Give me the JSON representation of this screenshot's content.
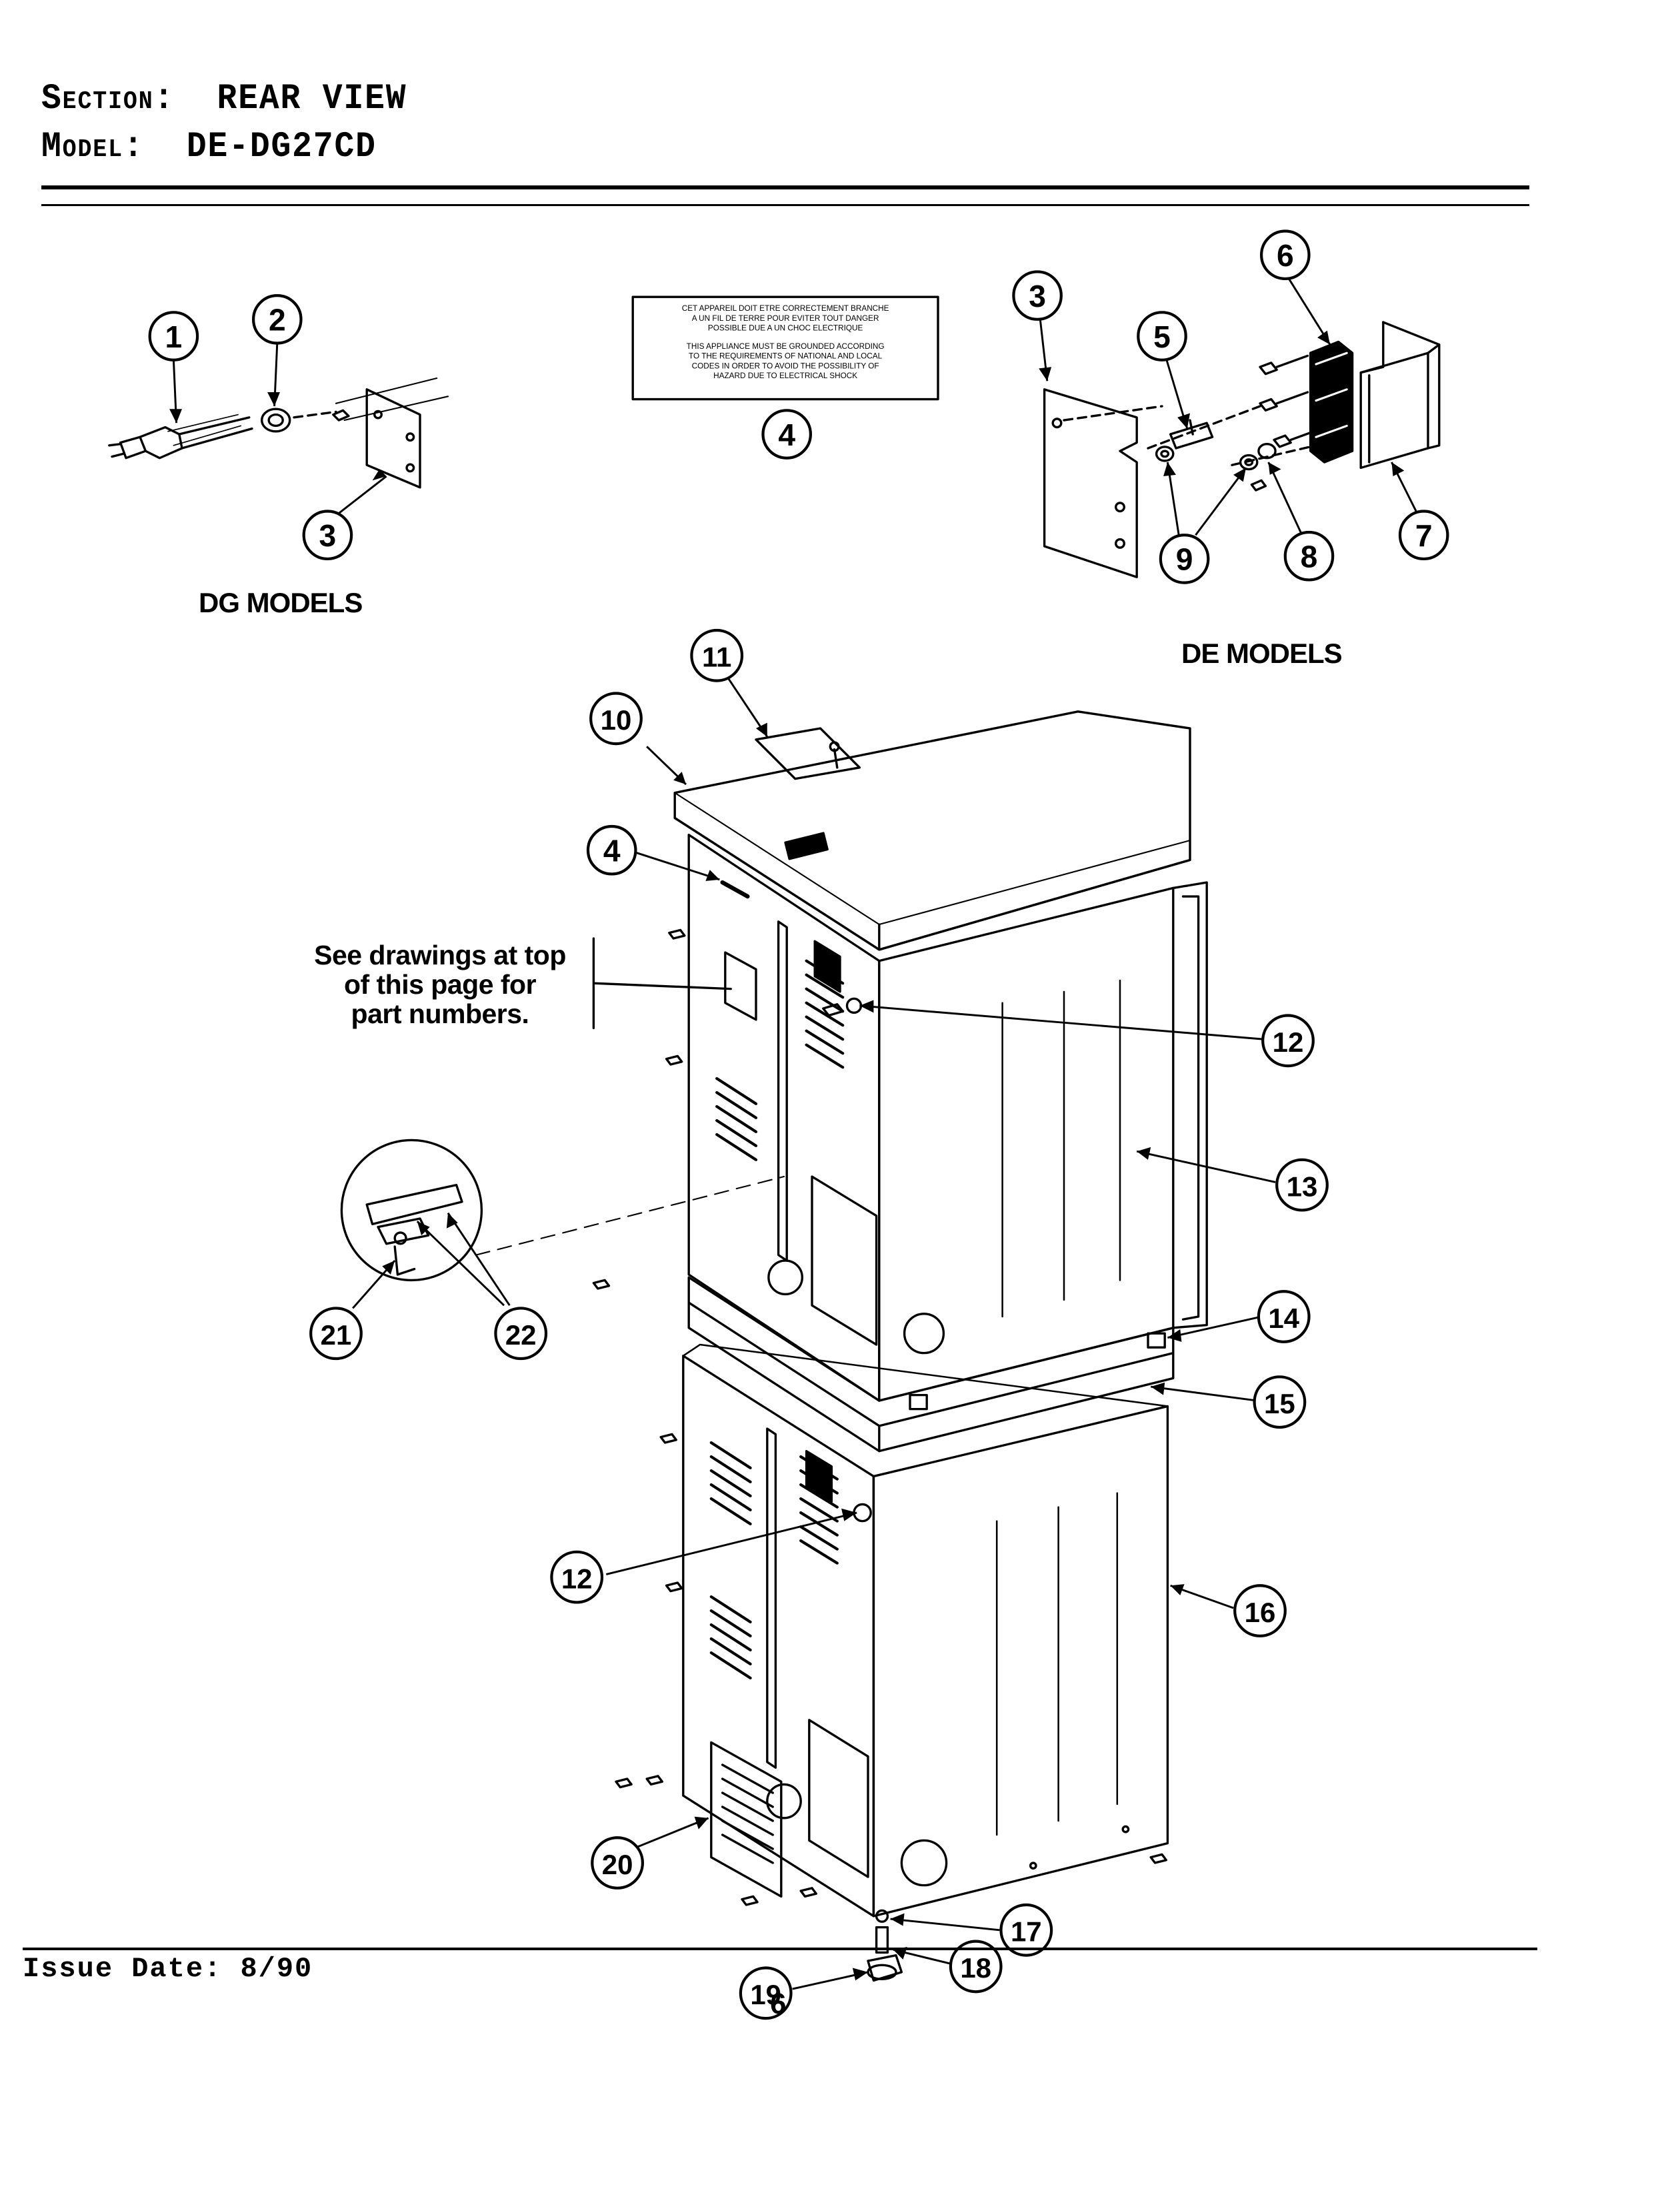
{
  "header": {
    "section_key": "Section:",
    "section_value": "REAR VIEW",
    "model_key": "Model:",
    "model_value": "DE-DG27CD"
  },
  "groups": {
    "dg": "DG MODELS",
    "de": "DE MODELS"
  },
  "note": {
    "line1": "See drawings at top",
    "line2": "of this page for",
    "line3": "part numbers."
  },
  "warning_label": {
    "fr1": "CET APPAREIL DOIT ETRE CORRECTEMENT BRANCHE",
    "fr2": "A UN FIL DE TERRE POUR EVITER TOUT DANGER",
    "fr3": "POSSIBLE DUE A UN CHOC ELECTRIQUE",
    "en1": "THIS APPLIANCE MUST BE GROUNDED ACCORDING",
    "en2": "TO THE REQUIREMENTS OF NATIONAL AND LOCAL",
    "en3": "CODES IN ORDER TO AVOID THE POSSIBILITY OF",
    "en4": "HAZARD DUE TO ELECTRICAL SHOCK"
  },
  "callouts": {
    "c1": "1",
    "c2": "2",
    "c3a": "3",
    "c4a": "4",
    "c3b": "3",
    "c5": "5",
    "c6": "6",
    "c7": "7",
    "c8": "8",
    "c9": "9",
    "c10": "10",
    "c11": "11",
    "c4b": "4",
    "c12a": "12",
    "c13": "13",
    "c14": "14",
    "c15": "15",
    "c21": "21",
    "c22": "22",
    "c12b": "12",
    "c16": "16",
    "c17": "17",
    "c18": "18",
    "c19": "19",
    "c20": "20"
  },
  "footer": {
    "issue_date": "Issue Date: 8/90",
    "page": "6"
  }
}
